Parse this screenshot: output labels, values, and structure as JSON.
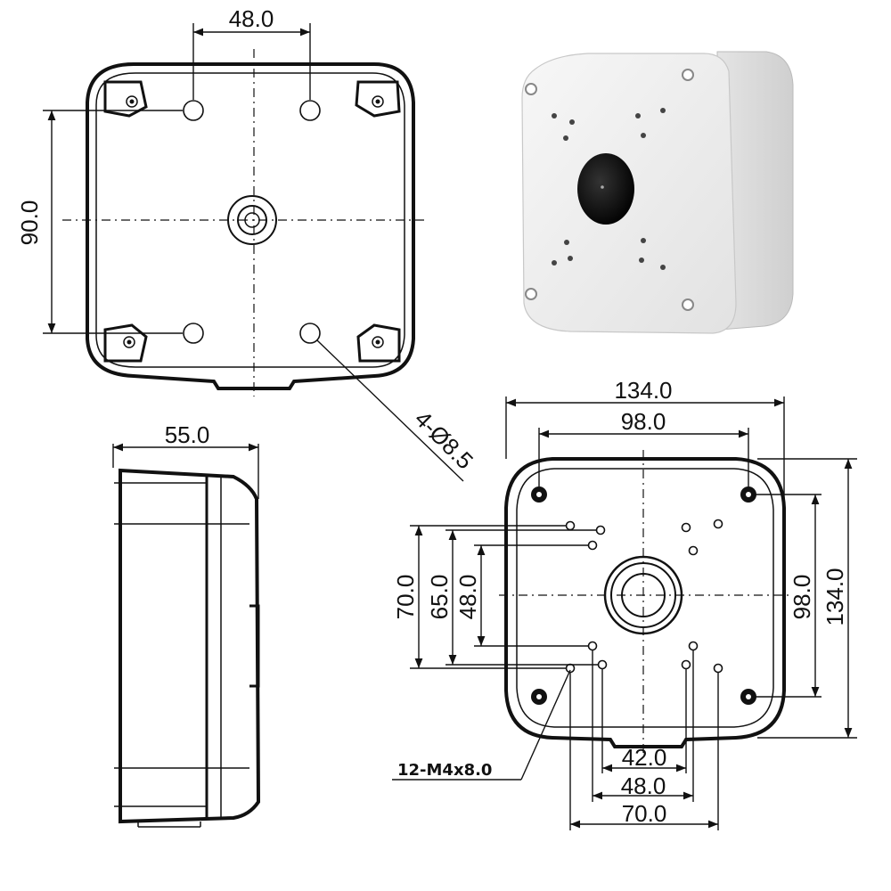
{
  "top_view": {
    "dim_width": "48.0",
    "dim_height": "90.0",
    "dim_hole": "4-Ø8.5"
  },
  "side_view": {
    "dim_depth": "55.0"
  },
  "bottom_view": {
    "dim_outer_width": "134.0",
    "dim_inner_width": "98.0",
    "dim_outer_height": "134.0",
    "dim_inner_height": "98.0",
    "dim_70_v": "70.0",
    "dim_65_v": "65.0",
    "dim_48_v": "48.0",
    "dim_42_h": "42.0",
    "dim_48_h": "48.0",
    "dim_70_h": "70.0",
    "thread_callout": "12-M4x8.0"
  },
  "colors": {
    "line": "#111111",
    "product_body": "#efefef",
    "product_shadow": "#d6d6d6",
    "cable_port": "#111111"
  }
}
